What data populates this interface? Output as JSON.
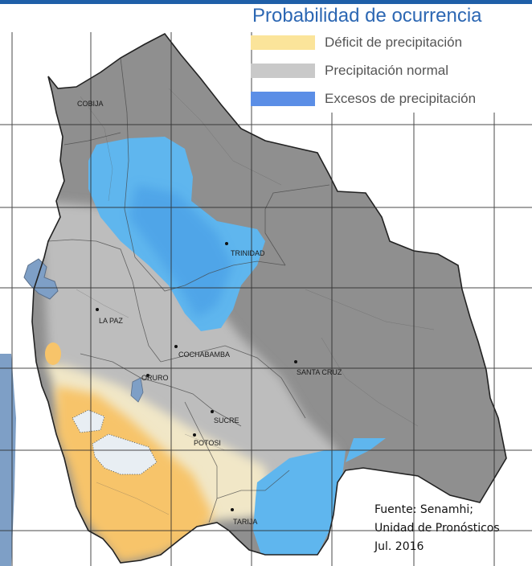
{
  "colors": {
    "deficit": "#f7c46a",
    "deficit_light": "#f8e3a6",
    "normal": "#8f8f8f",
    "normal_light": "#bdbdbd",
    "excess": "#5fb6ee",
    "excess_deep": "#4a9fe6",
    "water": "#7e9fc6",
    "accent": "#1f5fa8",
    "legend_deficit": "#fbe49a",
    "legend_normal": "#c9c9c9",
    "legend_excess": "#5b8ee6"
  },
  "legend": {
    "title": "Probabilidad de ocurrencia",
    "items": [
      {
        "label": "Déficit de precipitación",
        "color": "#fbe49a"
      },
      {
        "label": "Precipitación normal",
        "color": "#c9c9c9"
      },
      {
        "label": "Excesos de precipitación",
        "color": "#5b8ee6"
      }
    ]
  },
  "cities": [
    {
      "name": "COBIJA"
    },
    {
      "name": "TRINIDAD"
    },
    {
      "name": "LA PAZ"
    },
    {
      "name": "COCHABAMBA"
    },
    {
      "name": "SANTA CRUZ"
    },
    {
      "name": "ORURO"
    },
    {
      "name": "SUCRE"
    },
    {
      "name": "POTOSI"
    },
    {
      "name": "TARIJA"
    }
  ],
  "source": {
    "line1": "Fuente: Senamhi;",
    "line2": "Unidad de Pronósticos",
    "line3": "Jul. 2016"
  }
}
